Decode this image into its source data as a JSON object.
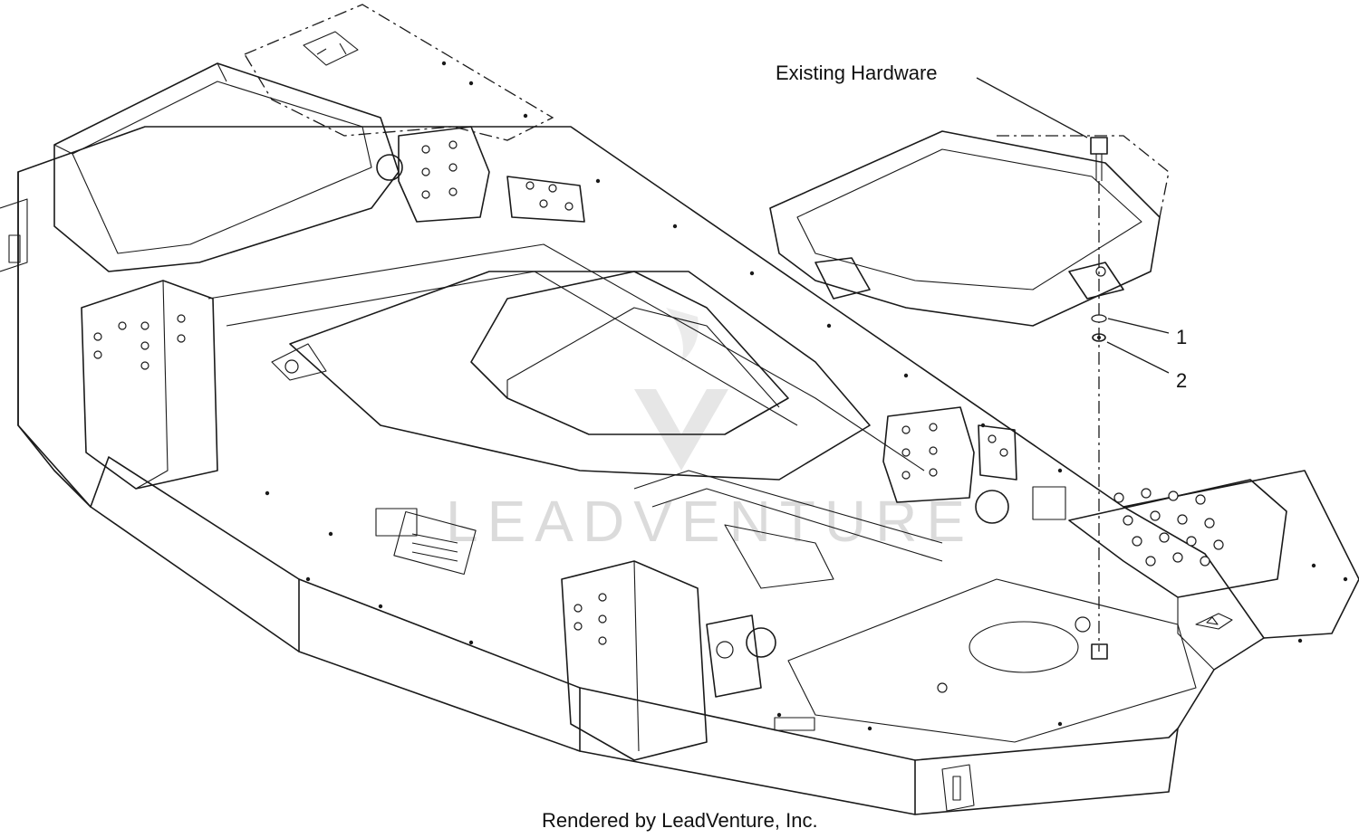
{
  "callouts": {
    "existing_hardware": "Existing Hardware",
    "item_1": "1",
    "item_2": "2"
  },
  "watermark": "LEADVENTURE",
  "credit": "Rendered by LeadVenture, Inc.",
  "colors": {
    "line": "#1a1a1a",
    "background": "#ffffff",
    "watermark": "#d8d8d8"
  }
}
